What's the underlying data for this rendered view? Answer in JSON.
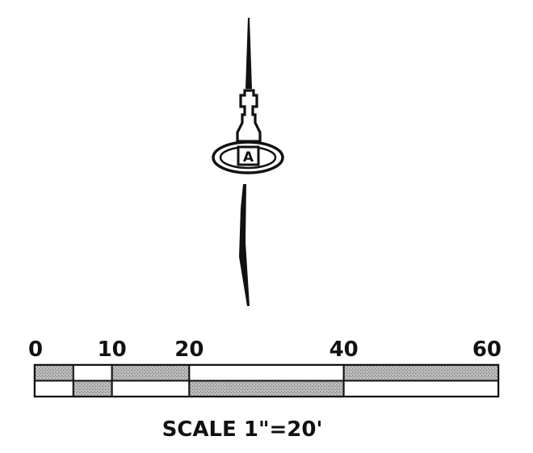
{
  "north_arrow": {
    "letter": "A"
  },
  "scale_bar": {
    "ticks": [
      {
        "value": 0,
        "label": "0"
      },
      {
        "value": 10,
        "label": "10"
      },
      {
        "value": 20,
        "label": "20"
      },
      {
        "value": 40,
        "label": "40"
      },
      {
        "value": 60,
        "label": "60"
      }
    ],
    "max": 60,
    "segments": [
      {
        "from": 0,
        "to": 5,
        "top_filled": true
      },
      {
        "from": 5,
        "to": 10,
        "top_filled": false
      },
      {
        "from": 10,
        "to": 20,
        "top_filled": true
      },
      {
        "from": 20,
        "to": 40,
        "top_filled": false
      },
      {
        "from": 40,
        "to": 60,
        "top_filled": true
      }
    ],
    "caption": "SCALE 1\"=20'",
    "fill_color": "#a8a8a8",
    "line_color": "#111111"
  }
}
